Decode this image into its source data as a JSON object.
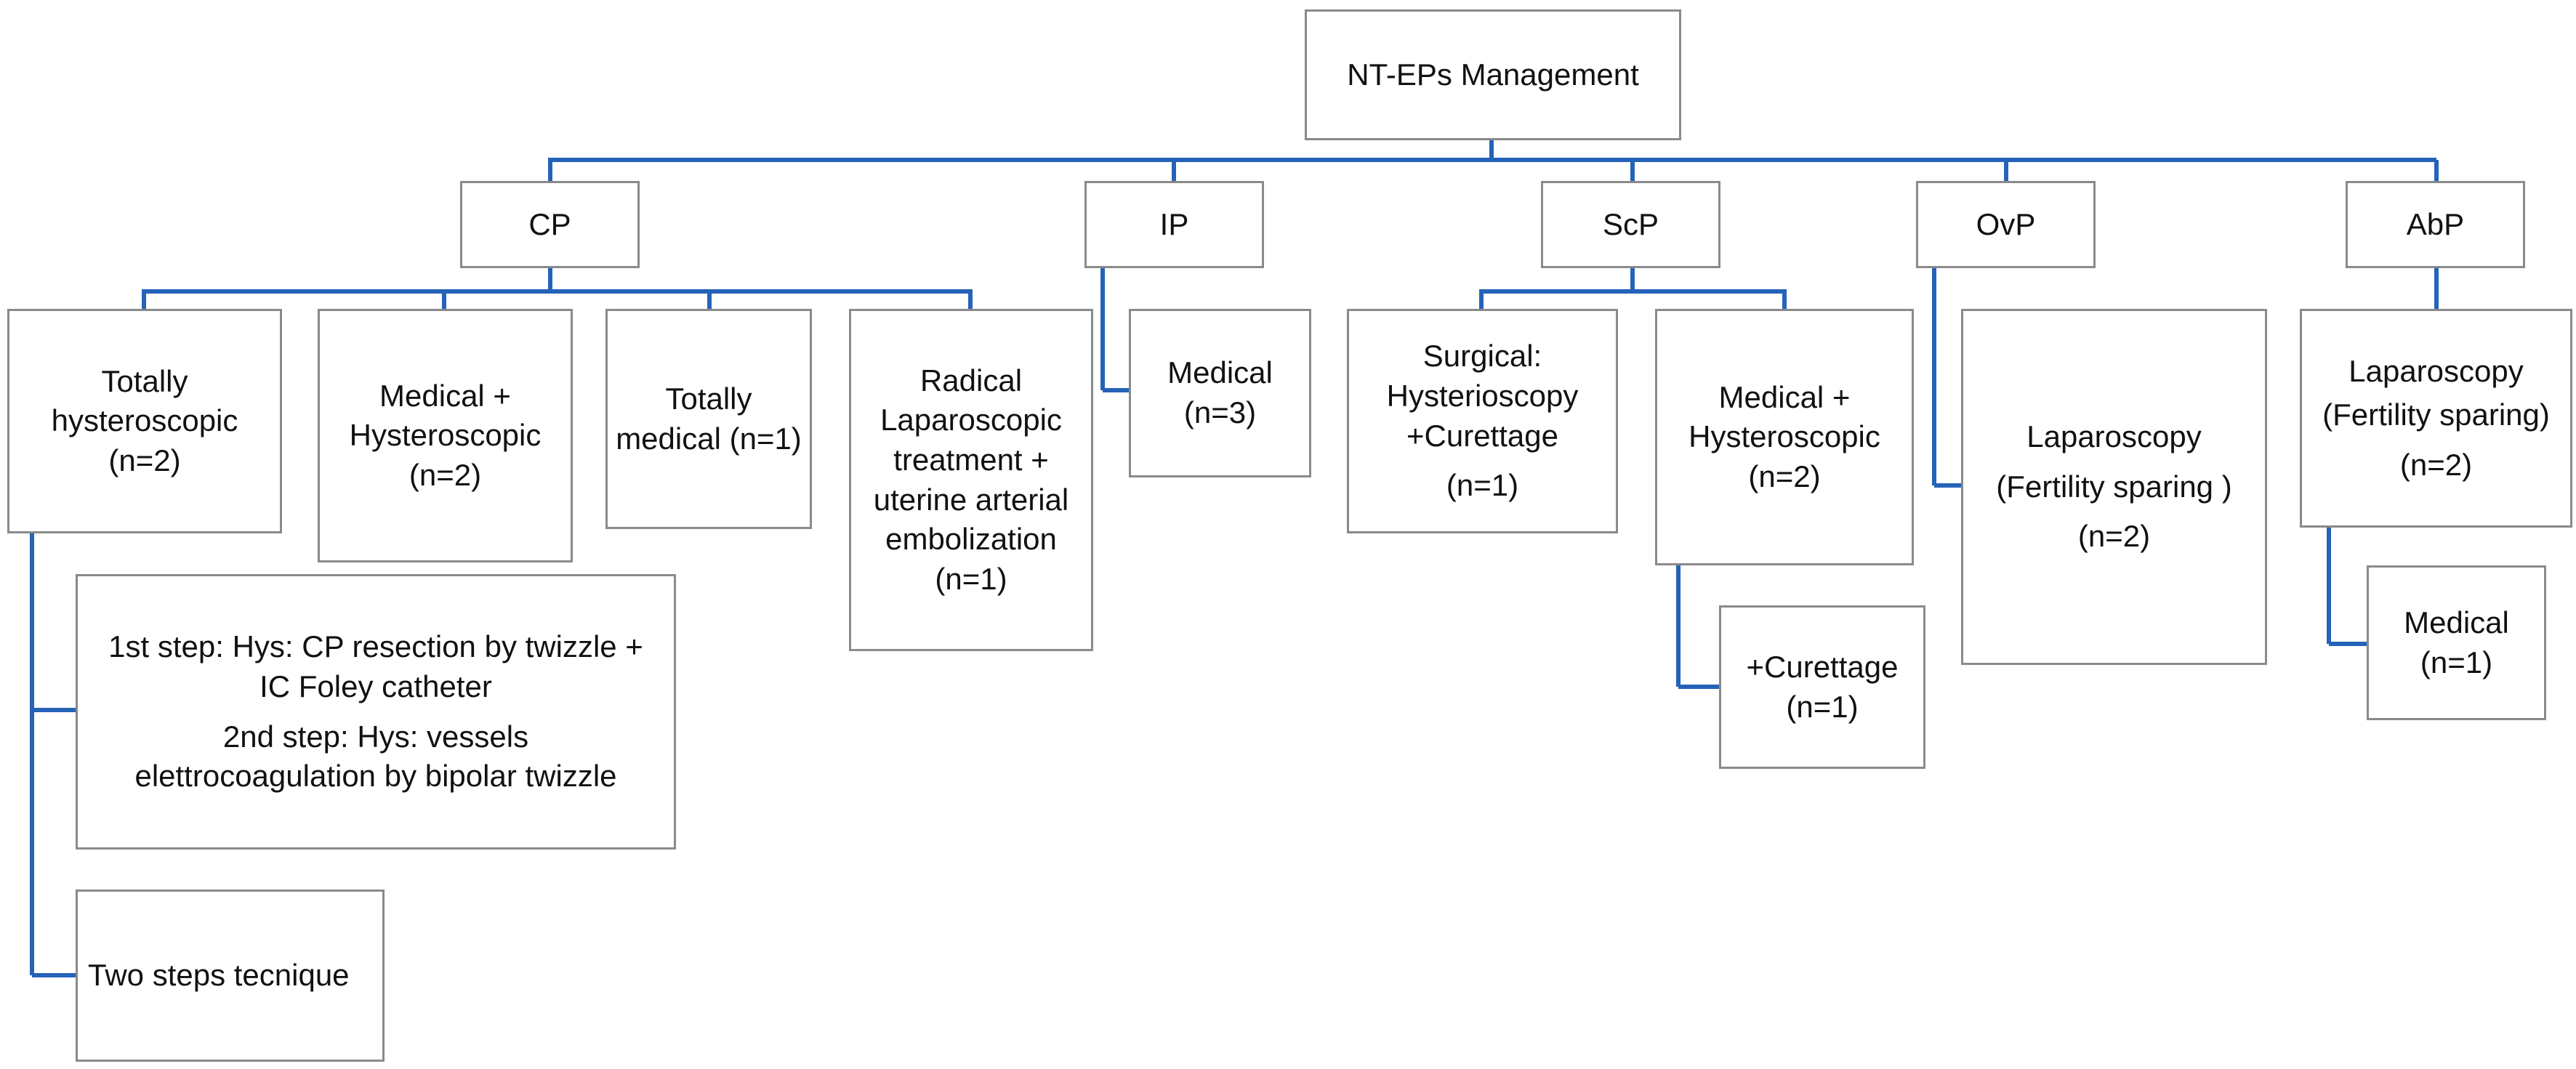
{
  "root": {
    "label": "NT-EPs Management"
  },
  "categories": {
    "cp": "CP",
    "ip": "IP",
    "scp": "ScP",
    "ovp": "OvP",
    "abp": "AbP"
  },
  "treatments": {
    "cp_totally_hysteroscopic": [
      "Totally",
      "hysteroscopic",
      "(n=2)"
    ],
    "cp_medical_hysteroscopic": [
      "Medical +",
      "Hysteroscopic",
      "(n=2)"
    ],
    "cp_totally_medical": [
      "Totally",
      "medical (n=1)"
    ],
    "cp_radical": [
      "Radical",
      "Laparoscopic",
      "treatment +",
      "uterine arterial",
      "embolization",
      "(n=1)"
    ],
    "cp_steps": [
      "1st step: Hys: CP resection by twizzle +",
      "IC Foley catheter",
      "2nd step: Hys: vessels",
      "elettrocoagulation by bipolar twizzle"
    ],
    "cp_two_steps": [
      "Two steps tecnique"
    ],
    "ip_medical": [
      "Medical",
      "(n=3)"
    ],
    "scp_surgical": [
      "Surgical:",
      "Hysterioscopy",
      "+Curettage",
      "(n=1)"
    ],
    "scp_medical_hysteroscopic": [
      "Medical +",
      "Hysteroscopic",
      "(n=2)"
    ],
    "scp_curettage": [
      "+Curettage",
      "(n=1)"
    ],
    "ovp_laparoscopy": [
      "Laparoscopy",
      "(Fertility sparing )",
      "(n=2)"
    ],
    "abp_laparoscopy": [
      "Laparoscopy",
      "(Fertility sparing)",
      "(n=2)"
    ],
    "abp_medical": [
      "Medical",
      "(n=1)"
    ]
  },
  "colors": {
    "connector": "#2563b8",
    "box_border": "#8a8a8a"
  }
}
